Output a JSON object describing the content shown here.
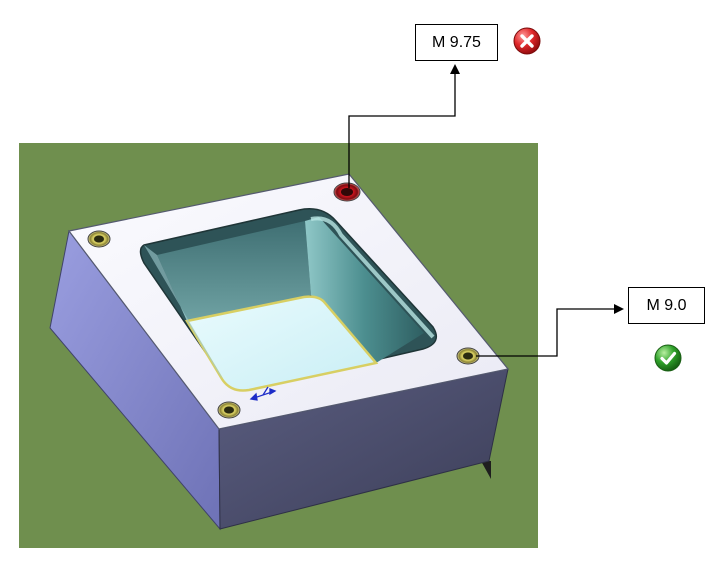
{
  "callouts": {
    "top_hole": {
      "label": "M 9.75",
      "status": "error",
      "status_icon": "error-x-icon",
      "status_color": "#e0282a"
    },
    "right_hole": {
      "label": "M 9.0",
      "status": "ok",
      "status_icon": "check-ok-icon",
      "status_color": "#2fa12a"
    }
  },
  "model": {
    "background_color": "#6f8f4e",
    "highlight_color": "#c8141e",
    "hole_color": "#d8cf63"
  }
}
